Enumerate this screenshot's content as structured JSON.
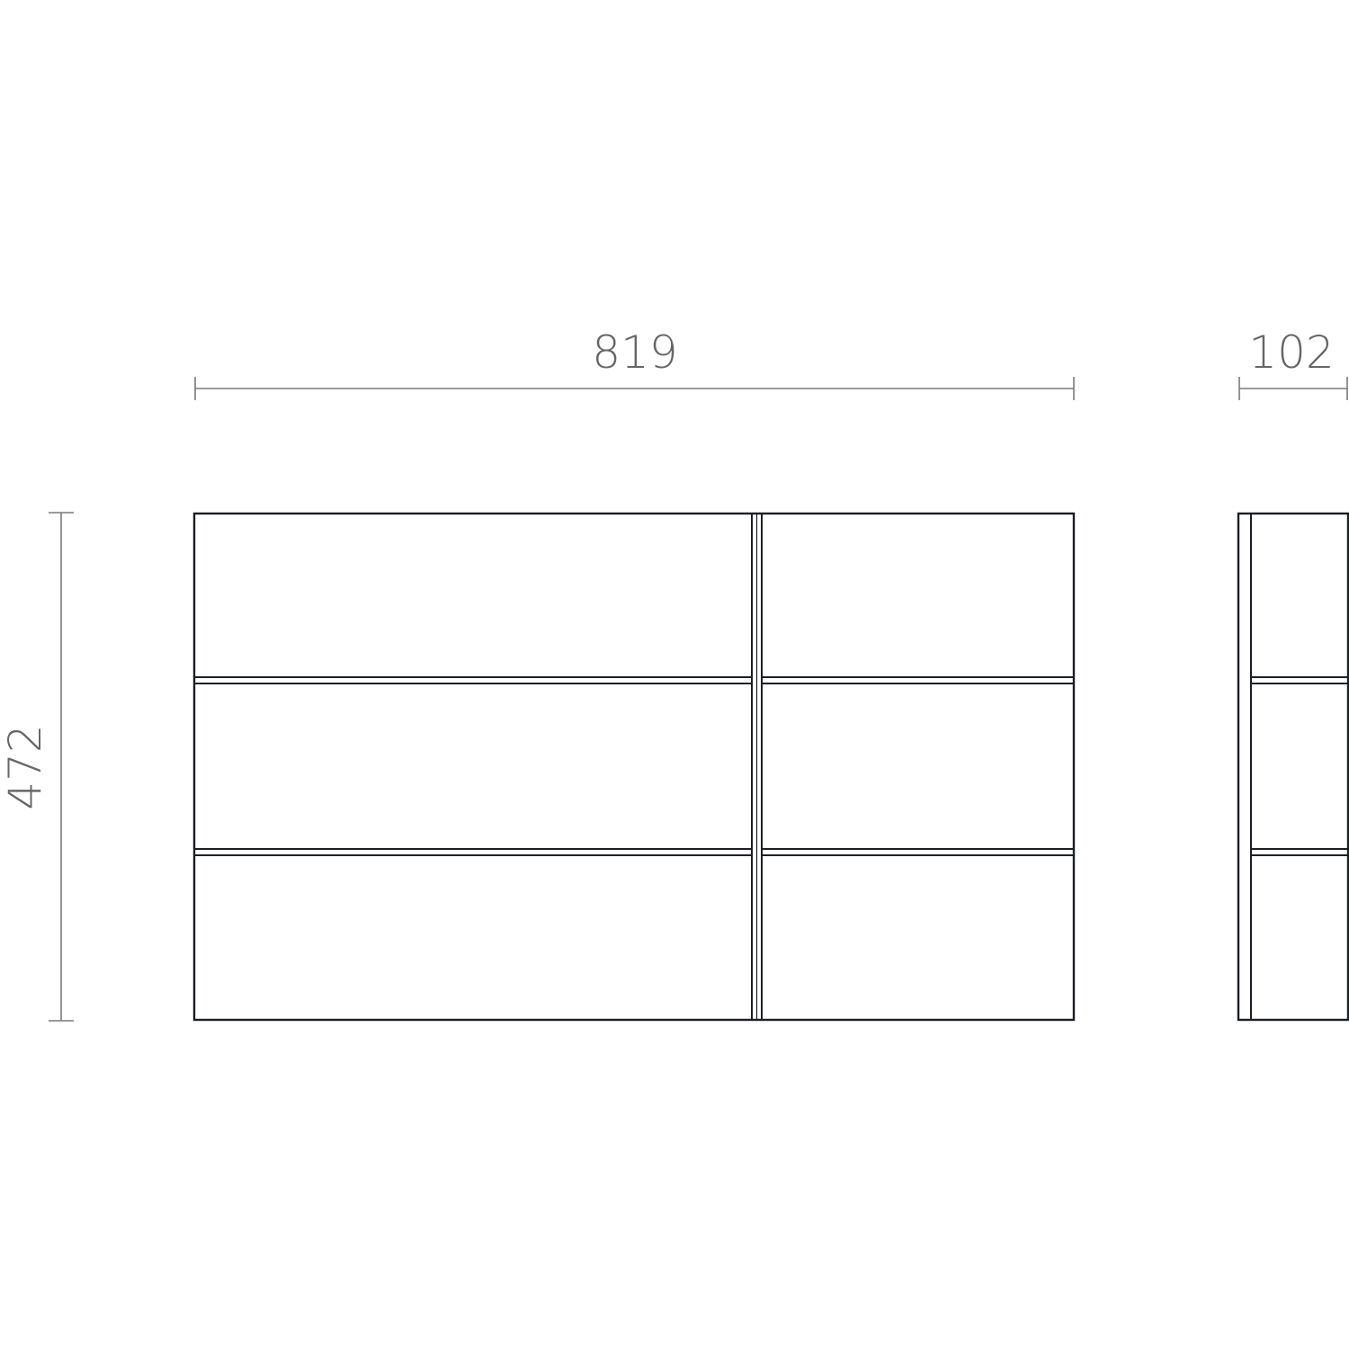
{
  "diagram": {
    "type": "shelving-unit-technical-drawing",
    "units": "",
    "dimensions": {
      "width": "819",
      "depth": "102",
      "height": "472"
    },
    "front_view": {
      "columns": 2,
      "rows": 3
    },
    "side_view": {
      "rows": 3
    },
    "colors": {
      "outline": "#1b1f24",
      "dimension_line": "#7a7a7a",
      "dimension_text": "#666666",
      "background": "#ffffff"
    }
  }
}
